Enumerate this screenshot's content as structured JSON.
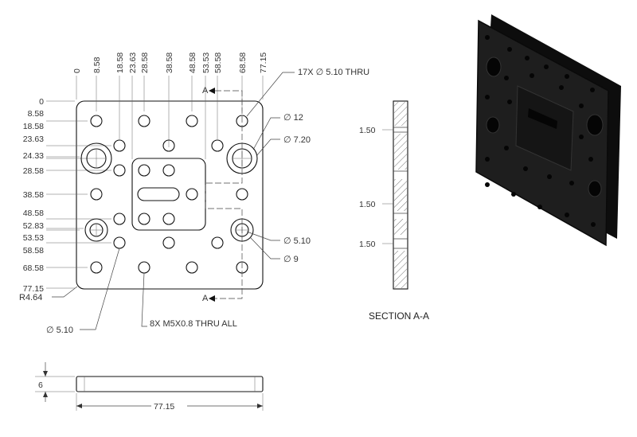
{
  "top_dims": [
    "0",
    "8.58",
    "18.58",
    "23.63",
    "28.58",
    "38.58",
    "48.58",
    "53.53",
    "58.58",
    "68.58",
    "77.15"
  ],
  "left_dims": [
    "0",
    "8.58",
    "18.58",
    "23.63",
    "24.33",
    "28.58",
    "38.58",
    "48.58",
    "52.83",
    "53.53",
    "58.58",
    "68.58",
    "77.15"
  ],
  "callouts": {
    "thru17": "17X ∅ 5.10 THRU",
    "d12": "∅ 12",
    "d720": "∅ 7.20",
    "d510r": "∅ 5.10",
    "d9": "∅ 9",
    "r464": "R4.64",
    "d510l": "∅ 5.10",
    "m5": "8X M5X0.8 THRU ALL"
  },
  "section": {
    "label_top": "A",
    "label_bottom": "A",
    "title": "SECTION A-A",
    "dims": [
      "1.50",
      "1.50",
      "1.50"
    ]
  },
  "side_view": {
    "thickness": "6",
    "width": "77.15"
  },
  "render": {
    "bg": "#ffffff",
    "plate": "#1b1b1b",
    "plate_edge": "#0a0a0a"
  }
}
